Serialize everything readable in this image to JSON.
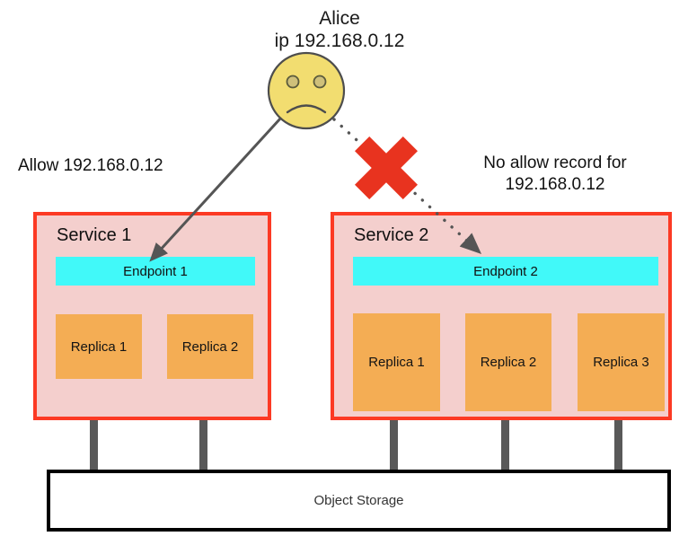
{
  "diagram": {
    "title_actor": {
      "name": "Alice",
      "ip_line": "ip 192.168.0.12",
      "icon": "sad-face-icon"
    },
    "annotations": {
      "allow": "Allow 192.168.0.12",
      "deny_line1": "No allow record for",
      "deny_line2": "192.168.0.12",
      "deny_marker_icon": "red-x-icon"
    },
    "services": [
      {
        "title": "Service 1",
        "endpoint": "Endpoint 1",
        "replicas": [
          "Replica 1",
          "Replica 2"
        ]
      },
      {
        "title": "Service 2",
        "endpoint": "Endpoint 2",
        "replicas": [
          "Replica 1",
          "Replica 2",
          "Replica 3"
        ]
      }
    ],
    "storage": {
      "label": "Object Storage"
    },
    "connections": {
      "allowed_arrow_style": "solid",
      "denied_arrow_style": "dotted"
    },
    "colors": {
      "service_fill": "#f4cfcd",
      "service_border": "#fc3a24",
      "endpoint_fill": "#41f9f9",
      "replica_fill": "#f4ad54",
      "pipe": "#595959",
      "arrow": "#555555",
      "x_mark": "#e8331f",
      "face_fill": "#f2dd70",
      "face_stroke": "#4d4d4d",
      "storage_border": "#000000"
    }
  }
}
